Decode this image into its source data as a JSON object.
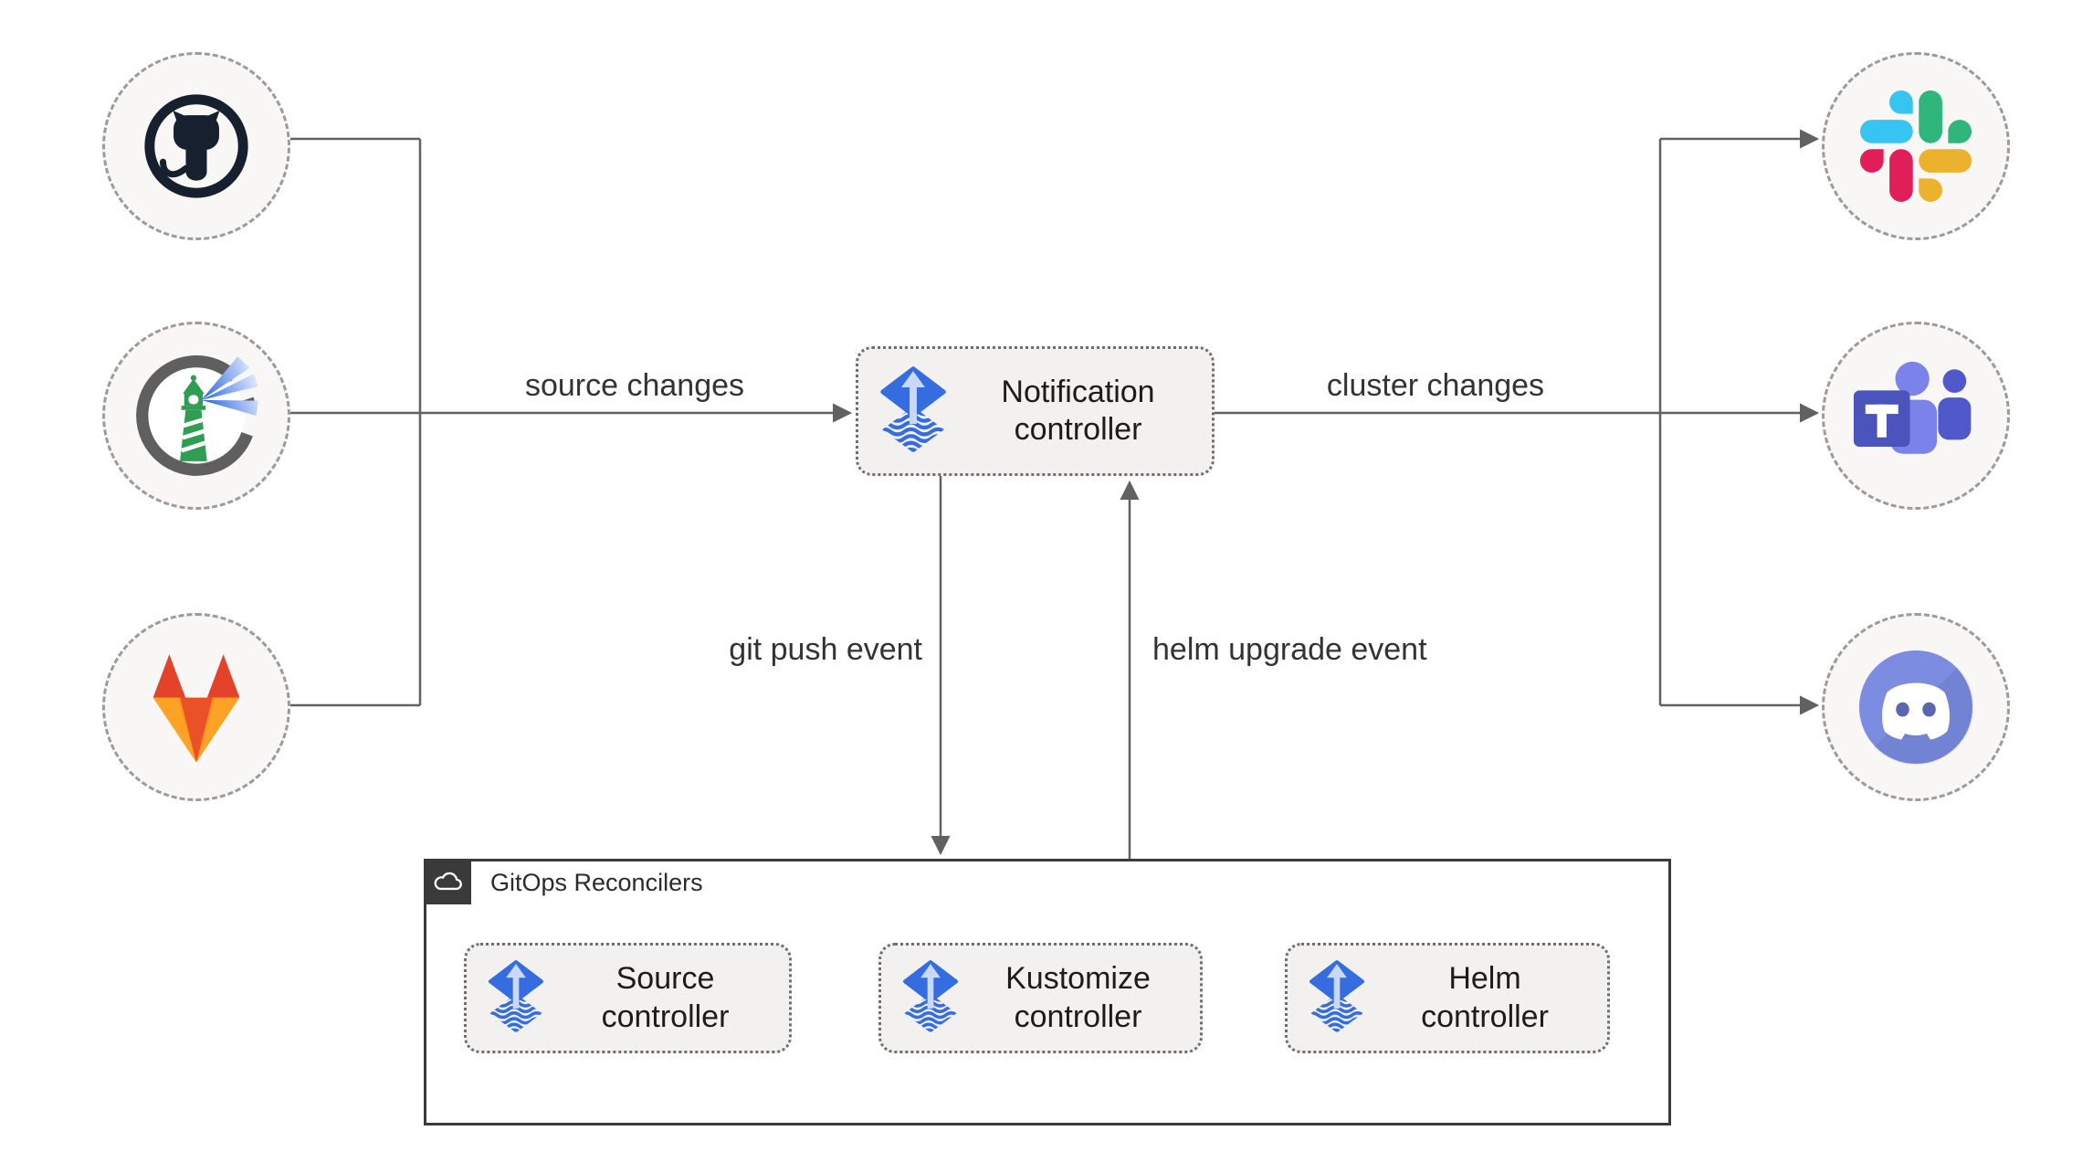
{
  "edges": {
    "source_changes": "source changes",
    "cluster_changes": "cluster changes",
    "git_push_event": "git push event",
    "helm_upgrade_event": "helm upgrade event"
  },
  "nodes": {
    "notification_controller": {
      "label": "Notification controller",
      "icon": "flux-icon"
    },
    "sources": [
      {
        "name": "GitHub",
        "icon": "github-icon"
      },
      {
        "name": "Harbor",
        "icon": "harbor-lighthouse-icon"
      },
      {
        "name": "GitLab",
        "icon": "gitlab-icon"
      }
    ],
    "notification_targets": [
      {
        "name": "Slack",
        "icon": "slack-icon"
      },
      {
        "name": "Microsoft Teams",
        "icon": "microsoft-teams-icon"
      },
      {
        "name": "Discord",
        "icon": "discord-icon"
      }
    ]
  },
  "reconcilers": {
    "title": "GitOps Reconcilers",
    "badge_icon": "cloud-icon",
    "items": [
      {
        "label": "Source controller",
        "icon": "flux-icon"
      },
      {
        "label": "Kustomize controller",
        "icon": "flux-icon"
      },
      {
        "label": "Helm controller",
        "icon": "flux-icon"
      }
    ]
  },
  "colors": {
    "flux_blue": "#356de0",
    "flux_light_blue": "#c9d8f6",
    "line_gray": "#616161",
    "node_fill": "#f2f1ef",
    "circle_fill": "#f8f7f5",
    "container_border": "#3a3a3a",
    "slack": [
      "#36C5F0",
      "#2EB67D",
      "#ECB22E",
      "#E01E5A"
    ],
    "gitlab": [
      "#e24329",
      "#fc6d26",
      "#fca326"
    ],
    "teams_purple": "#4b53bc",
    "discord_blurple": "#7b8ce1",
    "harbor_green": "#2f9e53",
    "github_dark": "#16202e"
  }
}
